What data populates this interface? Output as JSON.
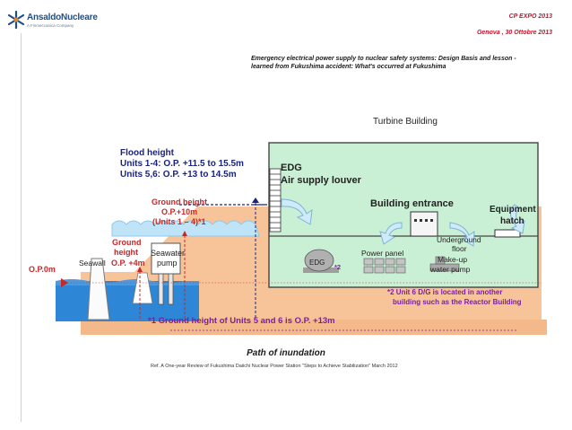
{
  "header": {
    "logo_name": "AnsaldoNucleare",
    "logo_tagline": "A Finmeccanica Company",
    "event": "CP EXPO 2013",
    "event_place_date": "Genova , 30 Ottobre 2013",
    "title_line1": "Emergency electrical power supply to nuclear safety systems: Design Basis and lesson -",
    "title_line2": "learned  from  Fukushima accident: What's occurred at Fukushima"
  },
  "diagram": {
    "turbine_building": "Turbine Building",
    "flood_title": "Flood height",
    "flood_units14": "Units 1-4: O.P. +11.5 to 15.5m",
    "flood_units56": "Units 5,6: O.P. +13 to 14.5m",
    "edg_label": "EDG",
    "air_supply": "Air supply louver",
    "building_entrance": "Building entrance",
    "equipment_line1": "Equipment",
    "equipment_line2": "hatch",
    "ground_height_line1": "Ground height",
    "ground_height_line2": "O.P.+10m",
    "ground_height_line3": "(Units 1 – 4)*1",
    "ground_line1": "Ground",
    "ground_line2": "height",
    "ground_line3": "O.P. +4m",
    "seawater_line1": "Seawater",
    "seawater_line2": "pump",
    "seawall": "Seawall",
    "op0": "O.P.0m",
    "edg_small": "EDG",
    "star2": "*2",
    "power_panel": "Power panel",
    "underground_line1": "Underground",
    "underground_line2": "floor",
    "makeup_line1": "Make-up",
    "makeup_line2": "water pump",
    "note2_line1": "*2 Unit 6 D/G is located in another",
    "note2_line2": "building such as the Reactor Building",
    "note1": "*1 Ground height of Units 5 and 6 is O.P. +13m"
  },
  "caption": "Path of inundation",
  "reference": "Ref. A One-year Review of Fukushima Daiichi Nuclear Power Station \"Steps to Achieve Stabilization\" March 2012",
  "colors": {
    "brand": "#1d4f8c",
    "event_red": "#d0102a",
    "flood_blue": "#1a237e",
    "label_red": "#c62828",
    "water": "#2e86d6",
    "ground": "#f7c49a",
    "building": "#c9efd4",
    "note_purple": "#7a1fa2"
  }
}
